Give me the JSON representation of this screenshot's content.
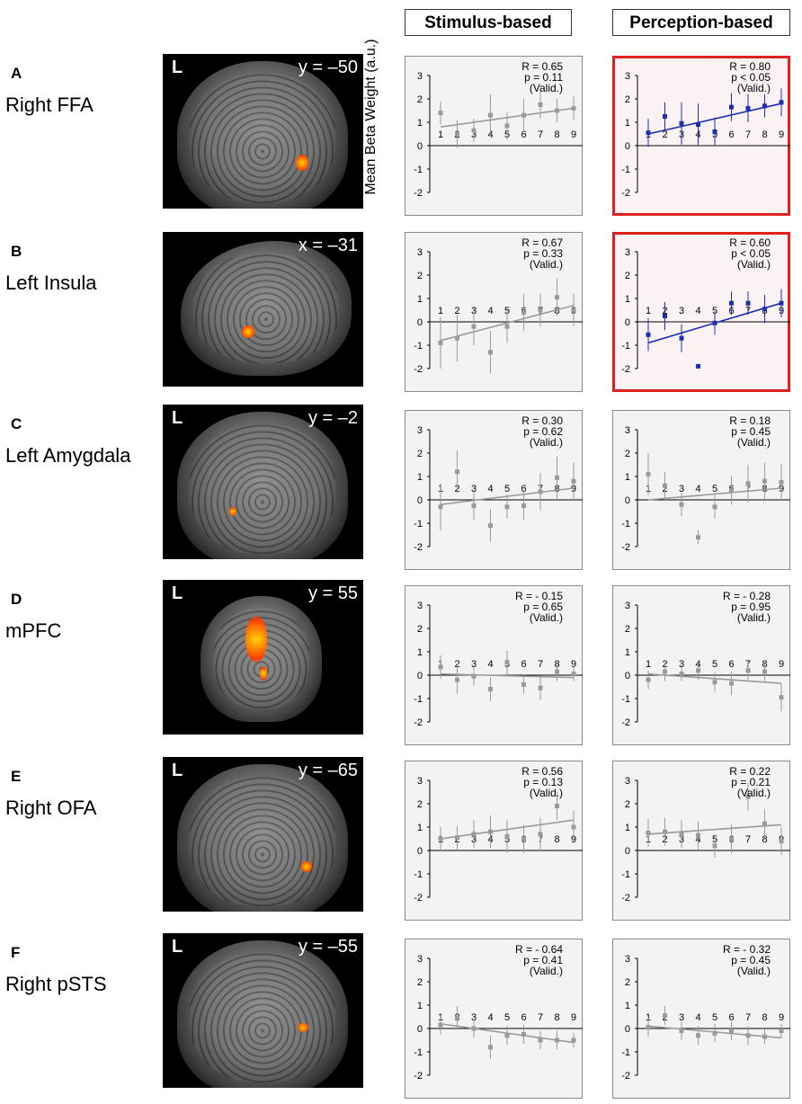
{
  "headers": {
    "stimulus": "Stimulus-based",
    "perception": "Perception-based"
  },
  "y_axis_label": "Mean Beta Weight (a.u.)",
  "ticks": {
    "y": [
      "3",
      "2",
      "1",
      "0",
      "-1",
      "-2"
    ],
    "x": [
      "1",
      "2",
      "3",
      "4",
      "5",
      "6",
      "7",
      "8",
      "9"
    ]
  },
  "colors": {
    "highlight_border": "#e0201c",
    "highlight_series": "#1c2fb0",
    "gray_series": "#9a9a9a",
    "activation": "#ff5a00"
  },
  "rows": [
    {
      "letter": "A",
      "name": "Right FFA",
      "brain": {
        "L": "L",
        "coord": "y = –50"
      }
    },
    {
      "letter": "B",
      "name": "Left Insula",
      "brain": {
        "L": "",
        "coord": "x = –31"
      }
    },
    {
      "letter": "C",
      "name": "Left Amygdala",
      "brain": {
        "L": "L",
        "coord": "y = –2"
      }
    },
    {
      "letter": "D",
      "name": "mPFC",
      "brain": {
        "L": "L",
        "coord": "y = 55"
      }
    },
    {
      "letter": "E",
      "name": "Right OFA",
      "brain": {
        "L": "L",
        "coord": "y = –65"
      }
    },
    {
      "letter": "F",
      "name": "Right pSTS",
      "brain": {
        "L": "L",
        "coord": "y = –55"
      }
    }
  ],
  "chart_data": [
    {
      "type": "scatter",
      "panel": "A-stimulus",
      "highlight": false,
      "stats": [
        "R = 0.65",
        "p = 0.11",
        "(Valid.)"
      ],
      "x": [
        1,
        2,
        3,
        4,
        5,
        6,
        7,
        8,
        9
      ],
      "y": [
        1.4,
        0.5,
        0.65,
        1.3,
        0.85,
        1.3,
        1.75,
        1.5,
        1.6
      ],
      "err": [
        0.5,
        0.6,
        0.5,
        0.9,
        0.6,
        0.7,
        0.6,
        0.5,
        0.5
      ],
      "fit": [
        0.8,
        1.6
      ],
      "ylim": [
        -2,
        3
      ]
    },
    {
      "type": "scatter",
      "panel": "A-perception",
      "highlight": true,
      "stats": [
        "R = 0.80",
        "p < 0.05",
        "(Valid.)"
      ],
      "x": [
        1,
        2,
        3,
        4,
        5,
        6,
        7,
        8,
        9
      ],
      "y": [
        0.55,
        1.25,
        0.95,
        0.9,
        0.6,
        1.65,
        1.6,
        1.7,
        1.85
      ],
      "err": [
        0.6,
        0.6,
        0.9,
        0.9,
        0.6,
        0.6,
        0.6,
        0.5,
        0.6
      ],
      "fit": [
        0.5,
        1.8
      ],
      "ylim": [
        -2,
        3
      ]
    },
    {
      "type": "scatter",
      "panel": "B-stimulus",
      "highlight": false,
      "stats": [
        "R = 0.67",
        "p = 0.33",
        "(Valid.)"
      ],
      "x": [
        1,
        2,
        3,
        4,
        5,
        6,
        7,
        8,
        9
      ],
      "y": [
        -0.9,
        -0.7,
        -0.2,
        -1.3,
        -0.2,
        0.4,
        0.5,
        1.05,
        0.5
      ],
      "err": [
        1.1,
        1.0,
        0.8,
        0.9,
        0.7,
        0.8,
        0.7,
        0.8,
        0.7
      ],
      "fit": [
        -0.8,
        0.7
      ],
      "ylim": [
        -2,
        3
      ]
    },
    {
      "type": "scatter",
      "panel": "B-perception",
      "highlight": true,
      "stats": [
        "R = 0.60",
        "p < 0.05",
        "(Valid.)"
      ],
      "x": [
        1,
        2,
        3,
        4,
        5,
        6,
        7,
        8,
        9
      ],
      "y": [
        -0.55,
        0.25,
        -0.7,
        -1.9,
        -0.05,
        0.8,
        0.8,
        0.55,
        0.8
      ],
      "err": [
        0.7,
        0.6,
        0.6,
        0.1,
        0.5,
        0.5,
        0.5,
        0.6,
        0.6
      ],
      "fit": [
        -0.9,
        0.8
      ],
      "ylim": [
        -2,
        3
      ]
    },
    {
      "type": "scatter",
      "panel": "C-stimulus",
      "highlight": false,
      "stats": [
        "R = 0.30",
        "p = 0.62",
        "(Valid.)"
      ],
      "x": [
        1,
        2,
        3,
        4,
        5,
        6,
        7,
        8,
        9
      ],
      "y": [
        -0.3,
        1.2,
        -0.25,
        -1.1,
        -0.3,
        -0.25,
        0.35,
        0.95,
        0.8
      ],
      "err": [
        1.0,
        0.9,
        0.6,
        0.7,
        0.5,
        0.6,
        0.8,
        0.9,
        0.8
      ],
      "fit": [
        -0.2,
        0.5
      ],
      "ylim": [
        -2,
        3
      ]
    },
    {
      "type": "scatter",
      "panel": "C-perception",
      "highlight": false,
      "stats": [
        "R = 0.18",
        "p = 0.45",
        "(Valid.)"
      ],
      "x": [
        1,
        2,
        3,
        4,
        5,
        6,
        7,
        8,
        9
      ],
      "y": [
        1.1,
        0.6,
        -0.2,
        -1.6,
        -0.3,
        0.4,
        0.7,
        0.8,
        0.75
      ],
      "err": [
        0.9,
        0.6,
        0.5,
        0.3,
        0.5,
        0.6,
        0.8,
        0.8,
        0.8
      ],
      "fit": [
        0,
        0.5
      ],
      "ylim": [
        -2,
        3
      ]
    },
    {
      "type": "scatter",
      "panel": "D-stimulus",
      "highlight": false,
      "stats": [
        "R = - 0.15",
        "p = 0.65",
        "(Valid.)"
      ],
      "x": [
        1,
        2,
        3,
        4,
        5,
        6,
        7,
        8,
        9
      ],
      "y": [
        0.35,
        -0.2,
        -0.05,
        -0.6,
        0.55,
        -0.4,
        -0.55,
        0.15,
        0.05
      ],
      "err": [
        0.5,
        0.6,
        0.4,
        0.5,
        0.5,
        0.4,
        0.5,
        0.4,
        0.3
      ],
      "fit": [
        0.05,
        -0.1
      ],
      "ylim": [
        -2,
        3
      ]
    },
    {
      "type": "scatter",
      "panel": "D-perception",
      "highlight": false,
      "stats": [
        "R = - 0.28",
        "p = 0.95",
        "(Valid.)"
      ],
      "x": [
        1,
        2,
        3,
        4,
        5,
        6,
        7,
        8,
        9
      ],
      "y": [
        -0.2,
        0.15,
        0.05,
        0.2,
        -0.3,
        -0.35,
        0.2,
        0.15,
        -0.95
      ],
      "err": [
        0.4,
        0.4,
        0.3,
        0.4,
        0.4,
        0.5,
        0.4,
        0.4,
        0.6
      ],
      "fit": [
        0.05,
        -0.35
      ],
      "ylim": [
        -2,
        3
      ]
    },
    {
      "type": "scatter",
      "panel": "E-stimulus",
      "highlight": false,
      "stats": [
        "R = 0.56",
        "p = 0.13",
        "(Valid.)"
      ],
      "x": [
        1,
        2,
        3,
        4,
        5,
        6,
        7,
        8,
        9
      ],
      "y": [
        0.5,
        0.55,
        0.7,
        0.8,
        0.6,
        0.5,
        0.7,
        1.9,
        1.0
      ],
      "err": [
        0.5,
        0.5,
        0.6,
        0.7,
        0.7,
        0.6,
        0.7,
        0.6,
        0.7
      ],
      "fit": [
        0.5,
        1.3
      ],
      "ylim": [
        -2,
        3
      ]
    },
    {
      "type": "scatter",
      "panel": "E-perception",
      "highlight": false,
      "stats": [
        "R = 0.22",
        "p = 0.21",
        "(Valid.)"
      ],
      "x": [
        1,
        2,
        3,
        4,
        5,
        6,
        7,
        8,
        9
      ],
      "y": [
        0.75,
        0.8,
        0.7,
        0.65,
        0.2,
        0.5,
        2.3,
        1.15,
        0.4
      ],
      "err": [
        0.6,
        0.6,
        0.6,
        0.6,
        0.5,
        0.6,
        0.6,
        0.6,
        0.6
      ],
      "fit": [
        0.7,
        1.1
      ],
      "ylim": [
        -2,
        3
      ]
    },
    {
      "type": "scatter",
      "panel": "F-stimulus",
      "highlight": false,
      "stats": [
        "R = - 0.64",
        "p = 0.41",
        "(Valid.)"
      ],
      "x": [
        1,
        2,
        3,
        4,
        5,
        6,
        7,
        8,
        9
      ],
      "y": [
        0.15,
        0.45,
        0.0,
        -0.8,
        -0.3,
        -0.25,
        -0.5,
        -0.5,
        -0.5
      ],
      "err": [
        0.4,
        0.5,
        0.4,
        0.5,
        0.4,
        0.4,
        0.4,
        0.4,
        0.3
      ],
      "fit": [
        0.2,
        -0.6
      ],
      "ylim": [
        -2,
        3
      ]
    },
    {
      "type": "scatter",
      "panel": "F-perception",
      "highlight": false,
      "stats": [
        "R = - 0.32",
        "p = 0.45",
        "(Valid.)"
      ],
      "x": [
        1,
        2,
        3,
        4,
        5,
        6,
        7,
        8,
        9
      ],
      "y": [
        0.05,
        0.55,
        -0.1,
        -0.3,
        -0.2,
        -0.1,
        -0.3,
        -0.35,
        -0.1
      ],
      "err": [
        0.4,
        0.4,
        0.4,
        0.4,
        0.4,
        0.4,
        0.4,
        0.3,
        0.3
      ],
      "fit": [
        0.1,
        -0.4
      ],
      "ylim": [
        -2,
        3
      ]
    }
  ]
}
